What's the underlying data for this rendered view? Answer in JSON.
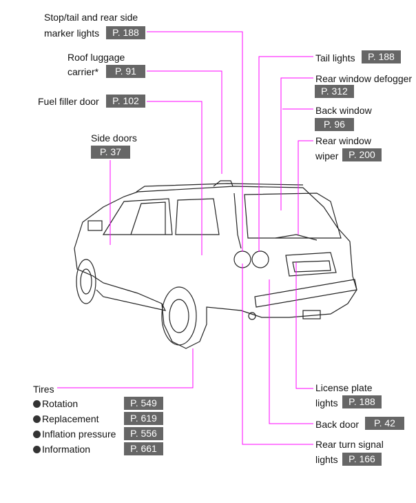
{
  "colors": {
    "leader": "#ff00ff",
    "badge": "#666666"
  },
  "labels": {
    "stop_tail": {
      "line1": "Stop/tail and rear side",
      "line2": "marker lights",
      "page": "P. 188"
    },
    "roof": {
      "line1": "Roof luggage",
      "line2": "carrier*",
      "page": "P. 91"
    },
    "fuel": {
      "line1": "Fuel filler door",
      "page": "P. 102"
    },
    "side_doors": {
      "line1": "Side doors",
      "page": "P. 37"
    },
    "tail_lights": {
      "line1": "Tail lights",
      "page": "P. 188"
    },
    "defogger": {
      "line1": "Rear window defogger",
      "page": "P. 312"
    },
    "back_window": {
      "line1": "Back window",
      "page": "P. 96"
    },
    "wiper": {
      "line1": "Rear window",
      "line2": "wiper",
      "page": "P. 200"
    },
    "tires": {
      "title": "Tires",
      "items": [
        {
          "label": "Rotation",
          "page": "P. 549"
        },
        {
          "label": "Replacement",
          "page": "P. 619"
        },
        {
          "label": "Inflation pressure",
          "page": "P. 556"
        },
        {
          "label": "Information",
          "page": "P. 661"
        }
      ]
    },
    "license": {
      "line1": "License plate",
      "line2": "lights",
      "page": "P. 188"
    },
    "back_door": {
      "line1": "Back door",
      "page": "P. 42"
    },
    "turn_signal": {
      "line1": "Rear turn signal",
      "line2": "lights",
      "page": "P. 166"
    }
  }
}
